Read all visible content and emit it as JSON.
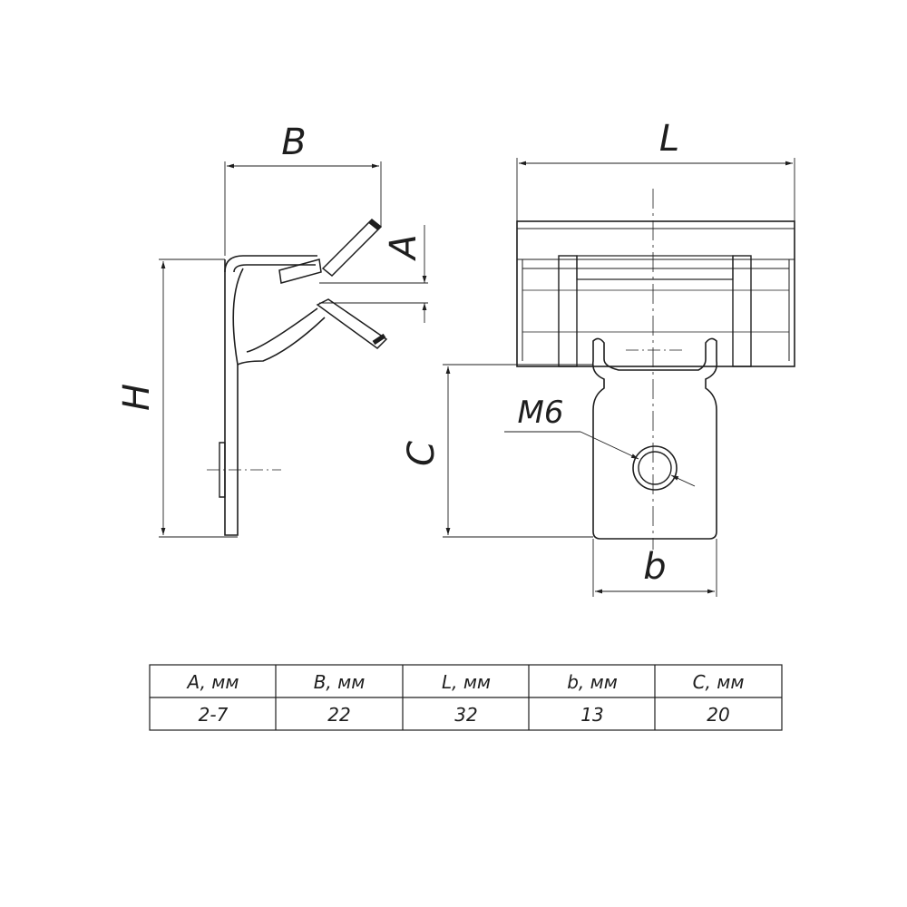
{
  "labels": {
    "B": "B",
    "L": "L",
    "A": "A",
    "H": "H",
    "C": "C",
    "b": "b",
    "thread": "M6"
  },
  "table": {
    "headers": [
      "A, мм",
      "B, мм",
      "L, мм",
      "b, мм",
      "C, мм"
    ],
    "rows": [
      [
        "2-7",
        "22",
        "32",
        "13",
        "20"
      ]
    ]
  }
}
